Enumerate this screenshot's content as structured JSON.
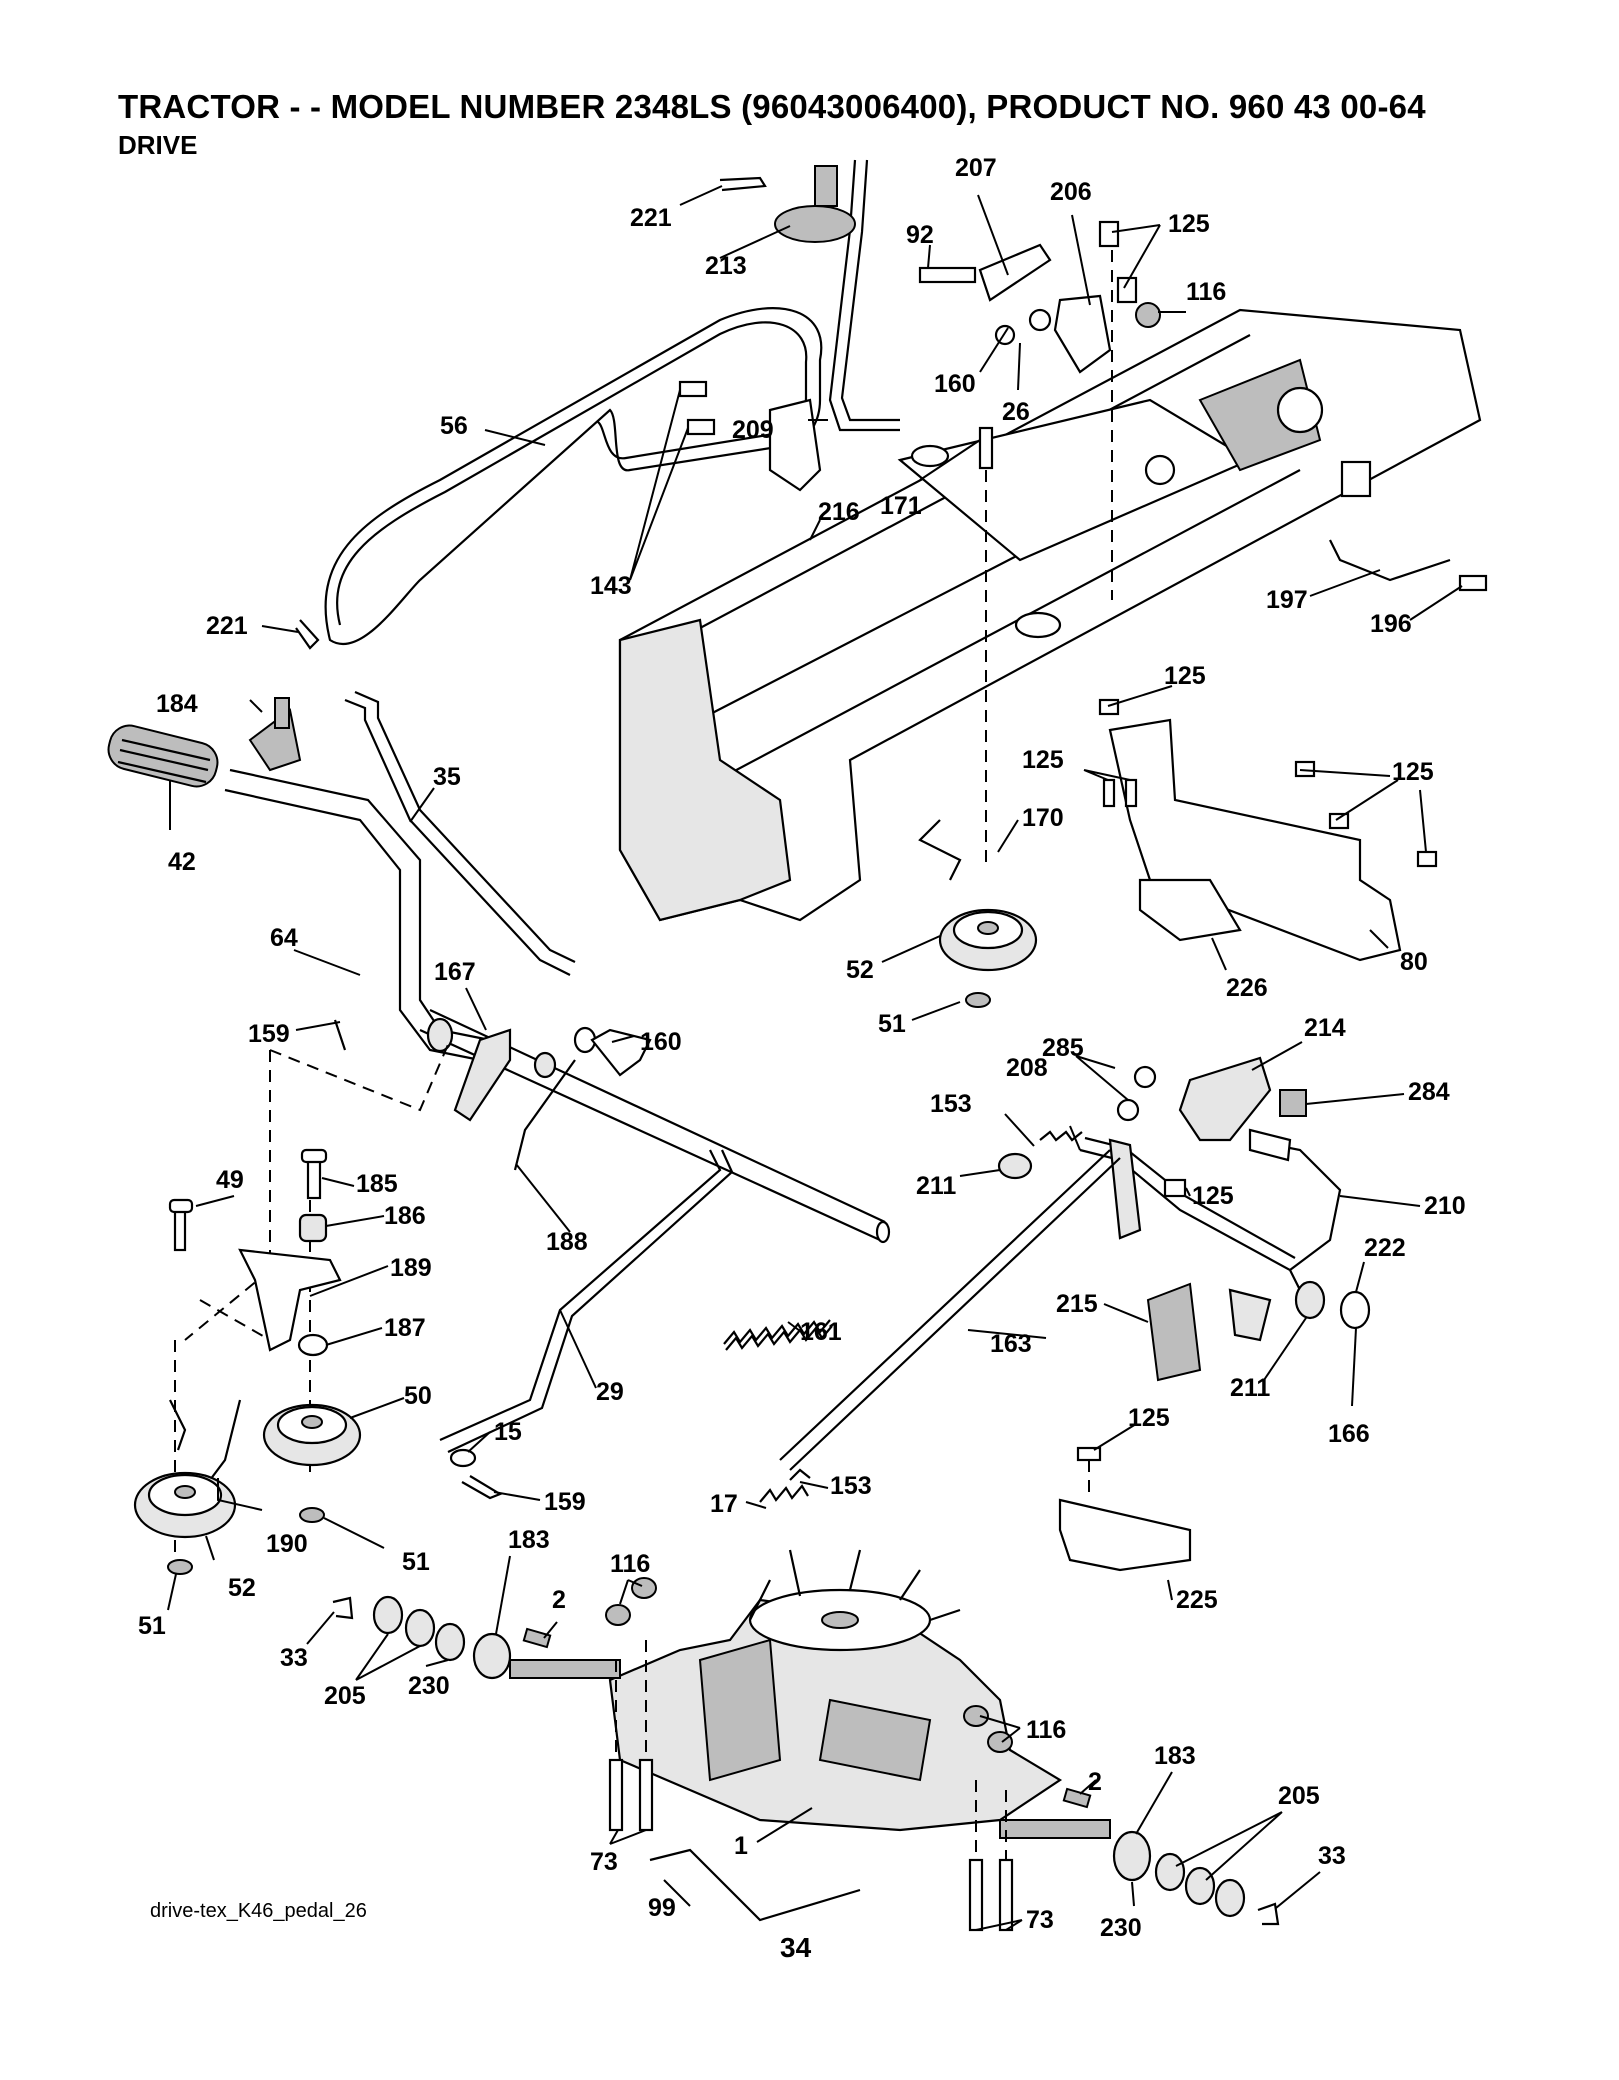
{
  "header": {
    "title": "TRACTOR - - MODEL NUMBER 2348LS (96043006400), PRODUCT NO. 960 43 00-64",
    "section": "DRIVE"
  },
  "footer": {
    "file_ref": "drive-tex_K46_pedal_26",
    "page_number": "34"
  },
  "callouts": [
    "221",
    "213",
    "207",
    "206",
    "92",
    "125",
    "116",
    "56",
    "160",
    "26",
    "209",
    "171",
    "216",
    "143",
    "197",
    "196",
    "221",
    "184",
    "35",
    "42",
    "125",
    "125",
    "125",
    "170",
    "52",
    "80",
    "226",
    "64",
    "167",
    "160",
    "51",
    "285",
    "214",
    "159",
    "208",
    "153",
    "284",
    "211",
    "125",
    "210",
    "49",
    "185",
    "186",
    "188",
    "222",
    "189",
    "215",
    "163",
    "187",
    "161",
    "211",
    "166",
    "50",
    "29",
    "15",
    "125",
    "159",
    "153",
    "17",
    "190",
    "51",
    "183",
    "52",
    "116",
    "225",
    "51",
    "2",
    "33",
    "205",
    "230",
    "116",
    "183",
    "2",
    "205",
    "1",
    "33",
    "73",
    "99",
    "73",
    "230"
  ]
}
